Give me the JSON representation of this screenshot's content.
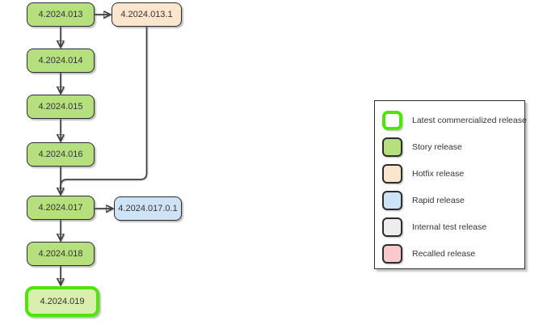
{
  "diagram": {
    "nodes": [
      {
        "id": "4.2024.013",
        "label": "4.2024.013",
        "type": "story"
      },
      {
        "id": "4.2024.013.1",
        "label": "4.2024.013.1",
        "type": "hotfix"
      },
      {
        "id": "4.2024.014",
        "label": "4.2024.014",
        "type": "story"
      },
      {
        "id": "4.2024.015",
        "label": "4.2024.015",
        "type": "story"
      },
      {
        "id": "4.2024.016",
        "label": "4.2024.016",
        "type": "story"
      },
      {
        "id": "4.2024.017",
        "label": "4.2024.017",
        "type": "story"
      },
      {
        "id": "4.2024.017.0.1",
        "label": "4.2024.017.0.1",
        "type": "rapid"
      },
      {
        "id": "4.2024.018",
        "label": "4.2024.018",
        "type": "story"
      },
      {
        "id": "4.2024.019",
        "label": "4.2024.019",
        "type": "story-latest"
      }
    ],
    "edges": [
      {
        "from": "4.2024.013",
        "to": "4.2024.014"
      },
      {
        "from": "4.2024.014",
        "to": "4.2024.015"
      },
      {
        "from": "4.2024.015",
        "to": "4.2024.016"
      },
      {
        "from": "4.2024.016",
        "to": "4.2024.017"
      },
      {
        "from": "4.2024.017",
        "to": "4.2024.018"
      },
      {
        "from": "4.2024.018",
        "to": "4.2024.019"
      },
      {
        "from": "4.2024.013",
        "to": "4.2024.013.1"
      },
      {
        "from": "4.2024.017",
        "to": "4.2024.017.0.1"
      },
      {
        "from": "4.2024.013.1",
        "to": "4.2024.017"
      }
    ]
  },
  "legend": {
    "items": [
      {
        "label": "Latest commercialized release",
        "type": "latest"
      },
      {
        "label": "Story release",
        "type": "story"
      },
      {
        "label": "Hotfix release",
        "type": "hotfix"
      },
      {
        "label": "Rapid release",
        "type": "rapid"
      },
      {
        "label": "Internal test release",
        "type": "internal"
      },
      {
        "label": "Recalled release",
        "type": "recalled"
      }
    ]
  },
  "colors": {
    "story_fill": "#b6df7d",
    "latest_fill": "#d8efae",
    "latest_border": "#4fe40a",
    "hotfix_fill": "#fce5cd",
    "rapid_fill": "#cfe3f7",
    "internal_fill": "#ededed",
    "recalled_fill": "#f9c9cb",
    "node_border": "#2d2d2d",
    "edge": "#3f3f3f",
    "text": "#333333"
  }
}
